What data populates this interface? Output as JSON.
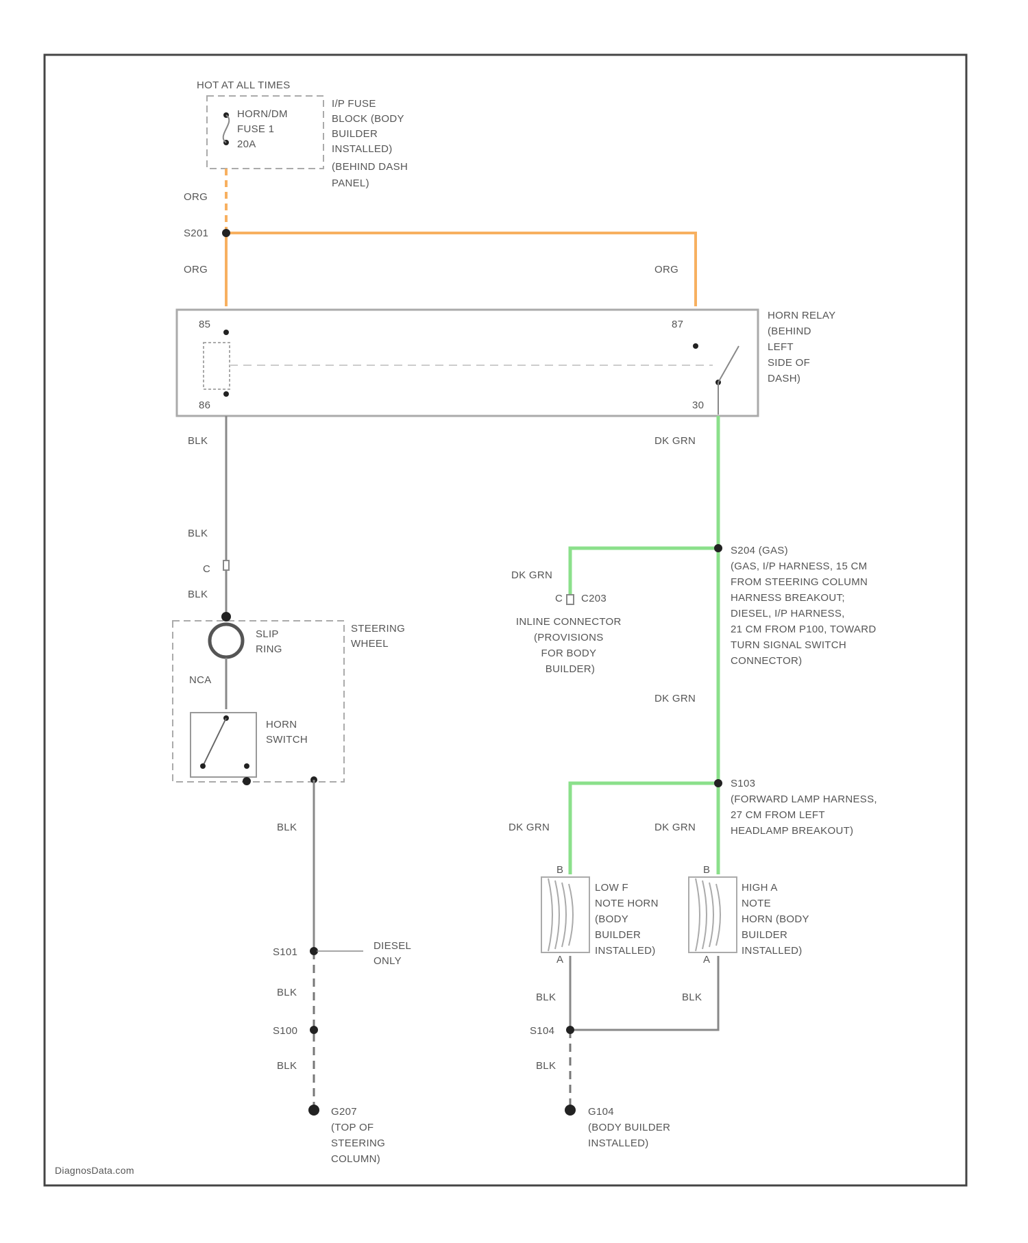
{
  "fuse": {
    "power_label": "HOT AT ALL TIMES",
    "fuse_name": [
      "HORN/DM",
      "FUSE 1",
      "20A"
    ],
    "fuse_block": [
      "I/P FUSE",
      "BLOCK (BODY",
      "BUILDER",
      "INSTALLED)",
      "(BEHIND DASH",
      "PANEL)"
    ]
  },
  "wires": {
    "org_top": "ORG",
    "splice_s201": "S201",
    "org_left": "ORG",
    "org_right": "ORG",
    "blk_relay_out": "BLK",
    "blk_mid": "BLK",
    "conn_c": "C",
    "blk_to_slip": "BLK",
    "nca": "NCA",
    "blk_ground": "BLK",
    "dk_grn_relay": "DK GRN",
    "dk_grn_c203": "DK GRN",
    "dk_grn_mid": "DK GRN",
    "dk_grn_low_horn": "DK GRN",
    "dk_grn_high_horn": "DK GRN",
    "blk_low_horn": "BLK",
    "blk_high_horn": "BLK",
    "blk_g101": "BLK",
    "blk_g100": "BLK",
    "blk_g104": "BLK"
  },
  "relay": {
    "pin85": "85",
    "pin86": "86",
    "pin87": "87",
    "pin30": "30",
    "desc": [
      "HORN RELAY",
      "(BEHIND",
      "LEFT",
      "SIDE OF",
      "DASH)"
    ]
  },
  "steering": {
    "slip_ring": [
      "SLIP",
      "RING"
    ],
    "wheel": [
      "STEERING",
      "WHEEL"
    ],
    "horn_switch": [
      "HORN",
      "SWITCH"
    ]
  },
  "splices": {
    "s204": [
      "S204 (GAS)",
      "(GAS, I/P HARNESS, 15 CM",
      "FROM STEERING COLUMN",
      "HARNESS BREAKOUT;",
      "DIESEL, I/P HARNESS,",
      "21 CM FROM P100, TOWARD",
      "TURN SIGNAL SWITCH",
      "CONNECTOR)"
    ],
    "c203_pin": "C",
    "c203_name": "C203",
    "inline": [
      "INLINE CONNECTOR",
      "(PROVISIONS",
      "FOR BODY",
      "BUILDER)"
    ],
    "s103": [
      "S103",
      "(FORWARD LAMP HARNESS,",
      "27 CM FROM LEFT",
      "HEADLAMP BREAKOUT)"
    ]
  },
  "horns": {
    "low_pin_b": "B",
    "low_pin_a": "A",
    "low_desc": [
      "LOW F",
      "NOTE HORN",
      "(BODY",
      "BUILDER",
      "INSTALLED)"
    ],
    "high_pin_b": "B",
    "high_pin_a": "A",
    "high_desc": [
      "HIGH A",
      "NOTE",
      "HORN (BODY",
      "BUILDER",
      "INSTALLED)"
    ]
  },
  "grounds": {
    "g101": "S101",
    "diesel_only": [
      "DIESEL",
      "ONLY"
    ],
    "g100": "S100",
    "g207": [
      "G207",
      "(TOP OF",
      "STEERING",
      "COLUMN)"
    ],
    "s104": "S104",
    "g104": [
      "G104",
      "(BODY BUILDER",
      "INSTALLED)"
    ]
  },
  "footer": "DiagnosData.com"
}
